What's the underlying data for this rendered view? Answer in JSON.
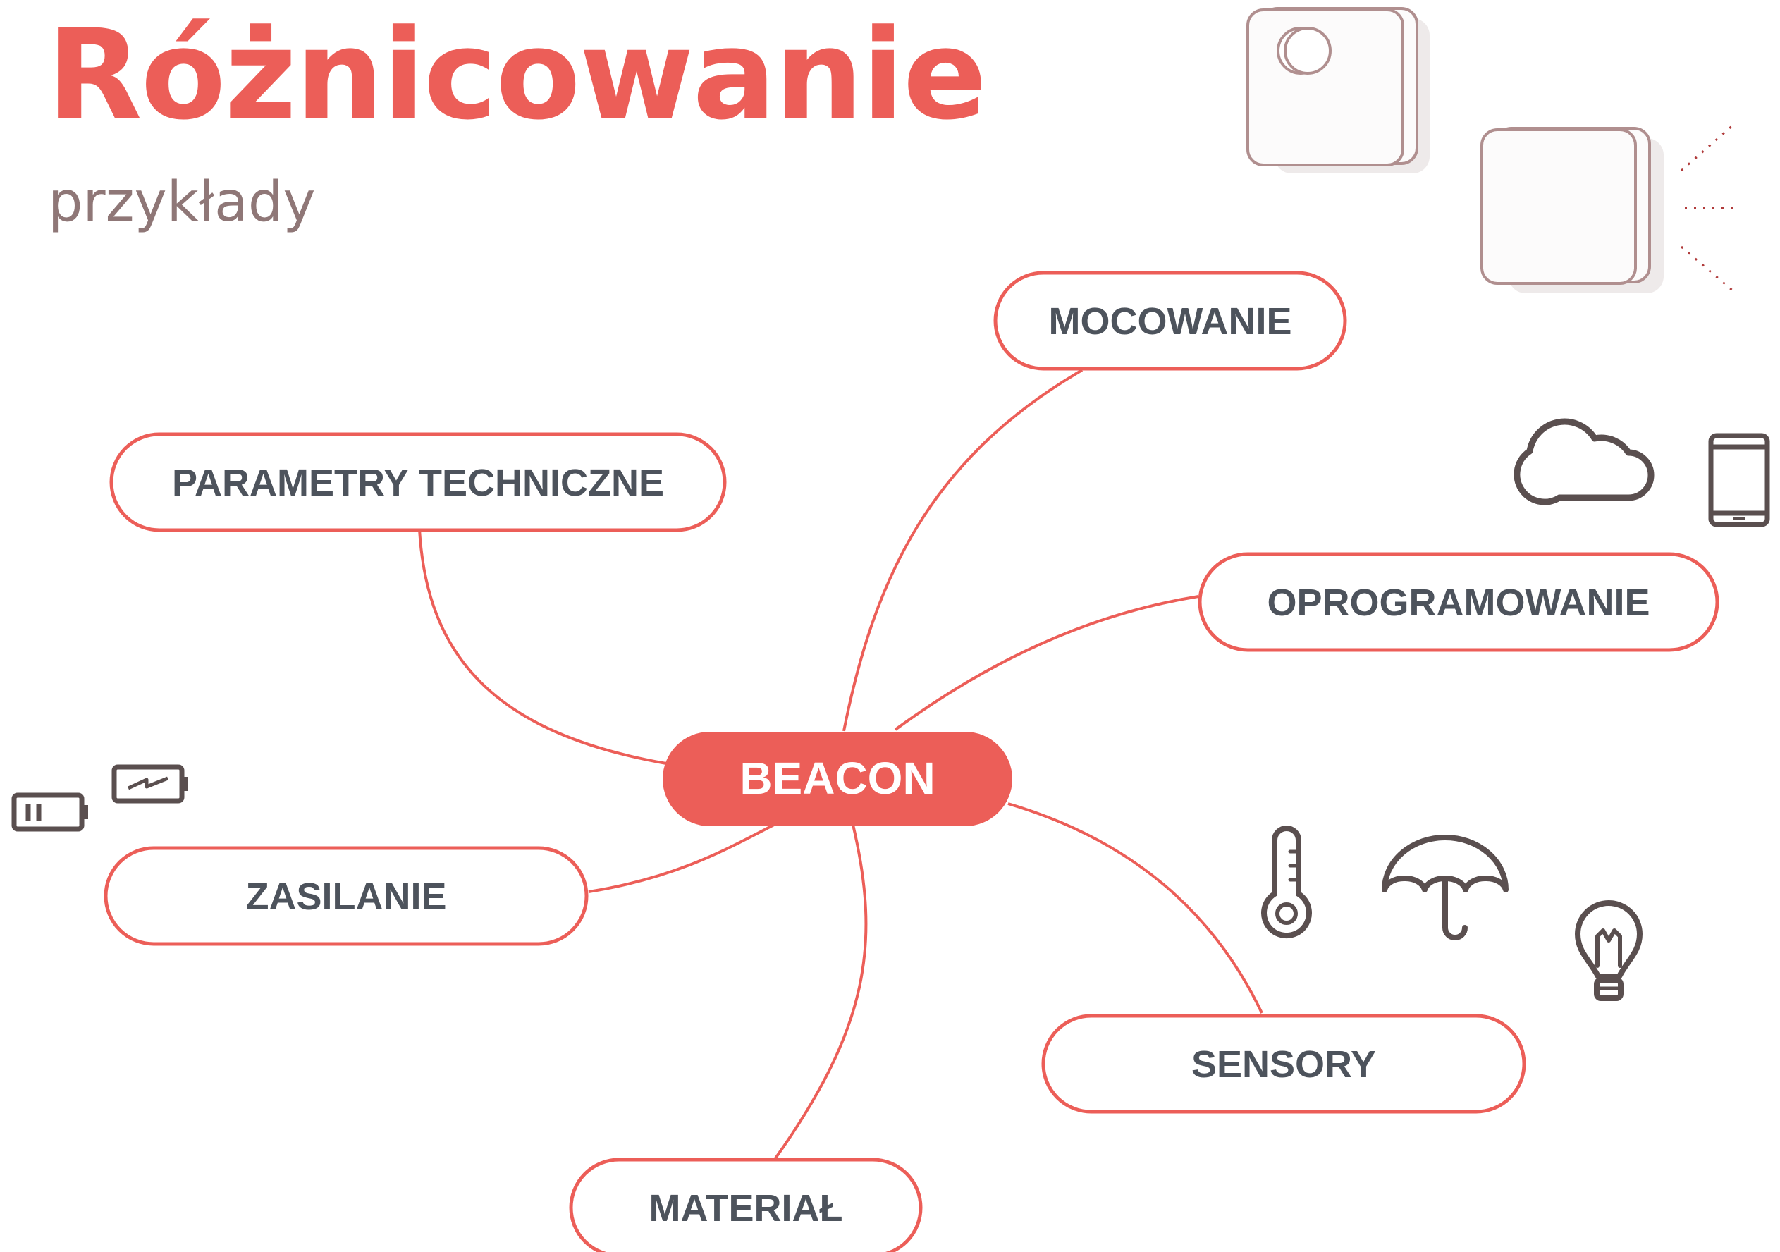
{
  "title": "Różnicowanie",
  "subtitle": "przykłady",
  "colors": {
    "accent": "#ec5e58",
    "node_text": "#4d535c",
    "subtitle": "#8f7777",
    "icon_stroke": "#5a4f4f",
    "device_stroke": "#b08f8f"
  },
  "center": {
    "label": "BEACON"
  },
  "nodes": {
    "mocowanie": {
      "label": "MOCOWANIE"
    },
    "parametry": {
      "label": "PARAMETRY TECHNICZNE"
    },
    "oprogramowanie": {
      "label": "OPROGRAMOWANIE"
    },
    "zasilanie": {
      "label": "ZASILANIE"
    },
    "sensory": {
      "label": "SENSORY"
    },
    "material": {
      "label": "MATERIAŁ"
    }
  },
  "icons": {
    "mocowanie": [
      "beacon-device-icon",
      "beacon-signal-icon"
    ],
    "oprogramowanie": [
      "cloud-icon",
      "smartphone-icon"
    ],
    "zasilanie": [
      "battery-low-icon",
      "battery-charging-icon"
    ],
    "sensory": [
      "thermometer-icon",
      "umbrella-icon",
      "lightbulb-icon"
    ]
  }
}
